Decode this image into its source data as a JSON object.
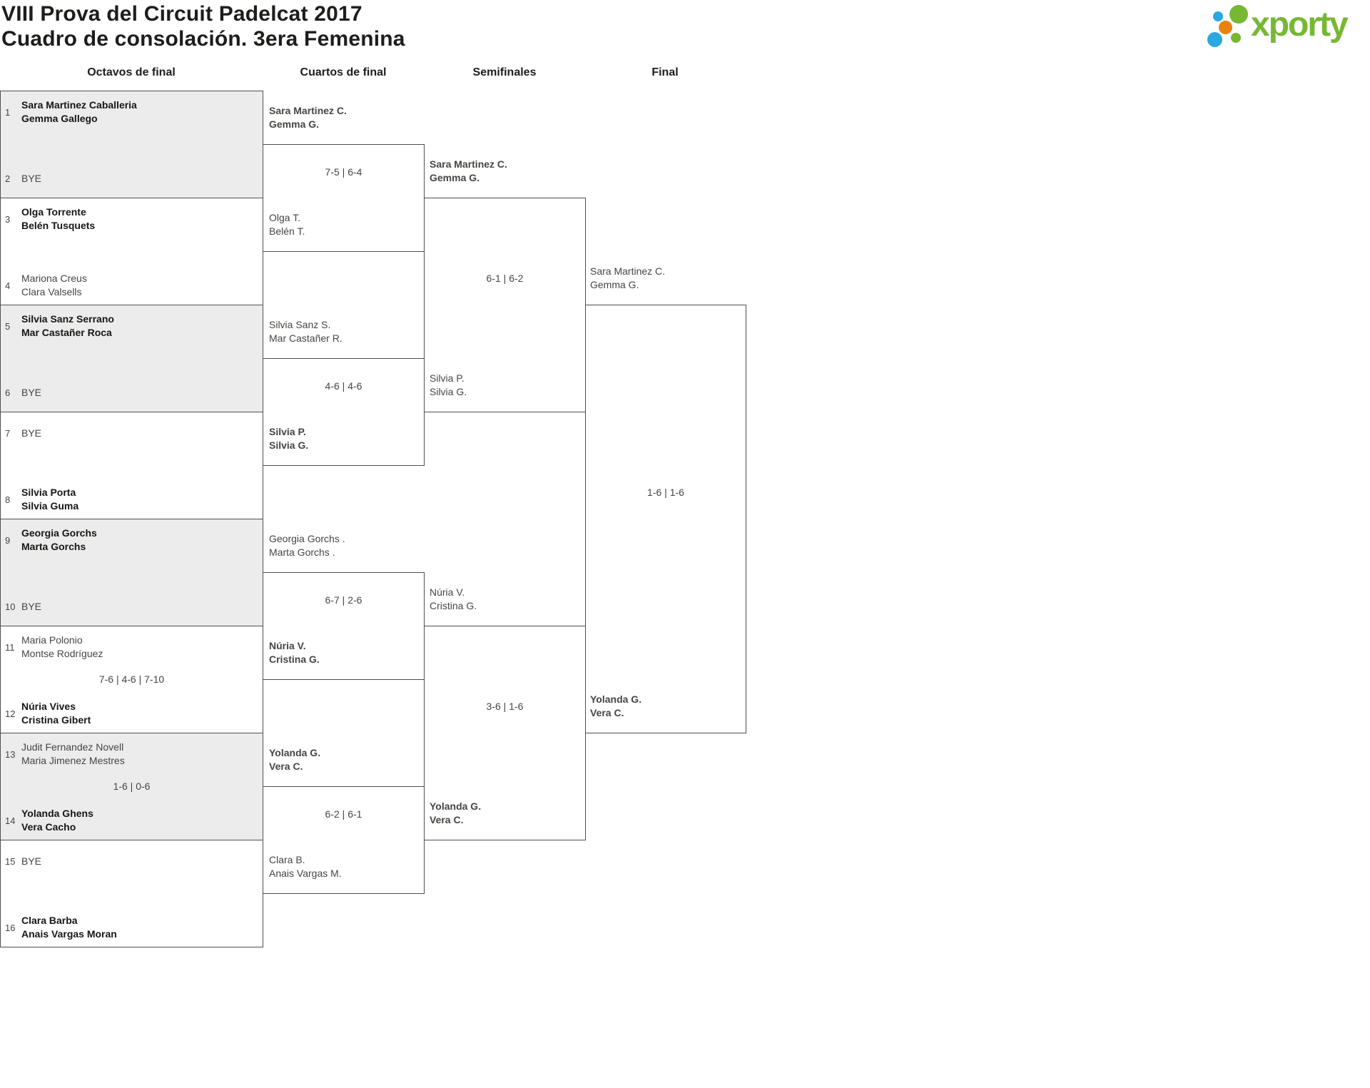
{
  "title": {
    "line1": "VIII Prova del Circuit Padelcat 2017",
    "line2": "Cuadro de consolación. 3era Femenina"
  },
  "logo": {
    "text": "xporty"
  },
  "headers": [
    "Octavos de final",
    "Cuartos de final",
    "Semifinales",
    "Final"
  ],
  "bracket": {
    "round1": [
      {
        "score": "",
        "top": {
          "seed": "1",
          "winner": true,
          "lines": [
            "Sara Martinez Caballeria",
            "Gemma Gallego"
          ]
        },
        "bottom": {
          "seed": "2",
          "winner": false,
          "lines": [
            "BYE"
          ]
        }
      },
      {
        "score": "",
        "top": {
          "seed": "3",
          "winner": true,
          "lines": [
            "Olga Torrente",
            "Belén Tusquets"
          ]
        },
        "bottom": {
          "seed": "4",
          "winner": false,
          "lines": [
            "Mariona Creus",
            "Clara Valsells"
          ]
        }
      },
      {
        "score": "",
        "top": {
          "seed": "5",
          "winner": true,
          "lines": [
            "Silvia Sanz Serrano",
            "Mar Castañer Roca"
          ]
        },
        "bottom": {
          "seed": "6",
          "winner": false,
          "lines": [
            "BYE"
          ]
        }
      },
      {
        "score": "",
        "top": {
          "seed": "7",
          "winner": false,
          "lines": [
            "BYE"
          ]
        },
        "bottom": {
          "seed": "8",
          "winner": true,
          "lines": [
            "Silvia Porta",
            "Silvia Guma"
          ]
        }
      },
      {
        "score": "",
        "top": {
          "seed": "9",
          "winner": true,
          "lines": [
            "Georgia Gorchs",
            "Marta Gorchs"
          ]
        },
        "bottom": {
          "seed": "10",
          "winner": false,
          "lines": [
            "BYE"
          ]
        }
      },
      {
        "score": "7-6 | 4-6 | 7-10",
        "top": {
          "seed": "11",
          "winner": false,
          "lines": [
            "Maria Polonio",
            "Montse Rodríguez"
          ]
        },
        "bottom": {
          "seed": "12",
          "winner": true,
          "lines": [
            "Núria Vives",
            "Cristina Gibert"
          ]
        }
      },
      {
        "score": "1-6 | 0-6",
        "top": {
          "seed": "13",
          "winner": false,
          "lines": [
            "Judit Fernandez Novell",
            "Maria Jimenez Mestres"
          ]
        },
        "bottom": {
          "seed": "14",
          "winner": true,
          "lines": [
            "Yolanda Ghens",
            "Vera Cacho"
          ]
        }
      },
      {
        "score": "",
        "top": {
          "seed": "15",
          "winner": false,
          "lines": [
            "BYE"
          ]
        },
        "bottom": {
          "seed": "16",
          "winner": true,
          "lines": [
            "Clara Barba",
            "Anais Vargas Moran"
          ]
        }
      }
    ],
    "quarterfinals": [
      {
        "score": "7-5 | 6-4",
        "top": {
          "winner": true,
          "lines": [
            "Sara Martinez C.",
            "Gemma G."
          ]
        },
        "bottom": {
          "winner": false,
          "lines": [
            "Olga T.",
            "Belén T."
          ]
        }
      },
      {
        "score": "4-6 | 4-6",
        "top": {
          "winner": false,
          "lines": [
            "Silvia Sanz S.",
            "Mar Castañer R."
          ]
        },
        "bottom": {
          "winner": true,
          "lines": [
            "Silvia P.",
            "Silvia G."
          ]
        }
      },
      {
        "score": "6-7 | 2-6",
        "top": {
          "winner": false,
          "lines": [
            "Georgia Gorchs .",
            "Marta Gorchs ."
          ]
        },
        "bottom": {
          "winner": true,
          "lines": [
            "Núria V.",
            "Cristina G."
          ]
        }
      },
      {
        "score": "6-2 | 6-1",
        "top": {
          "winner": true,
          "lines": [
            "Yolanda G.",
            "Vera C."
          ]
        },
        "bottom": {
          "winner": false,
          "lines": [
            "Clara B.",
            "Anais Vargas M."
          ]
        }
      }
    ],
    "semifinals": [
      {
        "score": "6-1 | 6-2",
        "top": {
          "winner": true,
          "lines": [
            "Sara Martinez C.",
            "Gemma G."
          ]
        },
        "bottom": {
          "winner": false,
          "lines": [
            "Silvia P.",
            "Silvia G."
          ]
        }
      },
      {
        "score": "3-6 | 1-6",
        "top": {
          "winner": false,
          "lines": [
            "Núria V.",
            "Cristina G."
          ]
        },
        "bottom": {
          "winner": true,
          "lines": [
            "Yolanda G.",
            "Vera C."
          ]
        }
      }
    ],
    "final": [
      {
        "score": "1-6 | 1-6",
        "top": {
          "winner": false,
          "lines": [
            "Sara Martinez C.",
            "Gemma G."
          ]
        },
        "bottom": {
          "winner": true,
          "lines": [
            "Yolanda G.",
            "Vera C."
          ]
        }
      }
    ]
  },
  "colors": {
    "line": "#4f4f4f",
    "row_shade": "#ececec",
    "logo_green": "#76b832",
    "logo_blue": "#2aa8e0",
    "logo_orange": "#e8820e"
  }
}
